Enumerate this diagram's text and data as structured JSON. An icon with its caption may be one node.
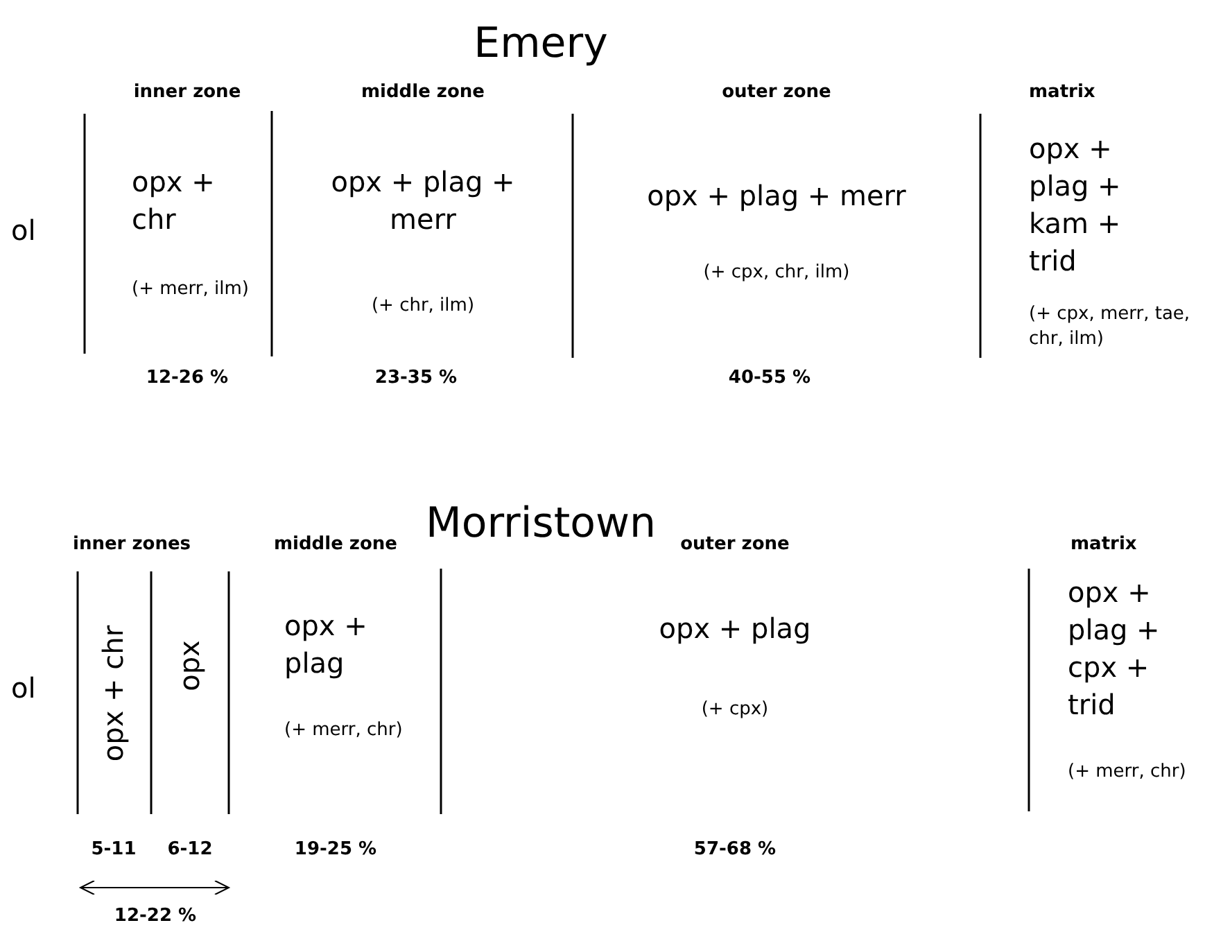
{
  "diagram": {
    "labels": [
      "Emery",
      "inner zone",
      "middle zone",
      "outer zone",
      "matrix",
      "ol",
      "opx + chr",
      "(+ merr, ilm)",
      "opx + plag + merr",
      "(+ chr, ilm)",
      "opx + plag + merr",
      "(+ cpx, chr, ilm)",
      "opx + plag + kam + trid",
      "(+ cpx, merr, tae, chr, ilm)",
      "12-26 %",
      "23-35 %",
      "40-55 %",
      "Morristown",
      "inner zones",
      "middle zone",
      "outer zone",
      "matrix",
      "ol",
      "opx + chr",
      "opx",
      "opx + plag",
      "(+ merr, chr)",
      "opx + plag",
      "(+ cpx)",
      "opx + plag + cpx + trid",
      "(+ merr, chr)",
      "5-11",
      "6-12",
      "19-25 %",
      "57-68 %",
      "12-22 %"
    ]
  }
}
